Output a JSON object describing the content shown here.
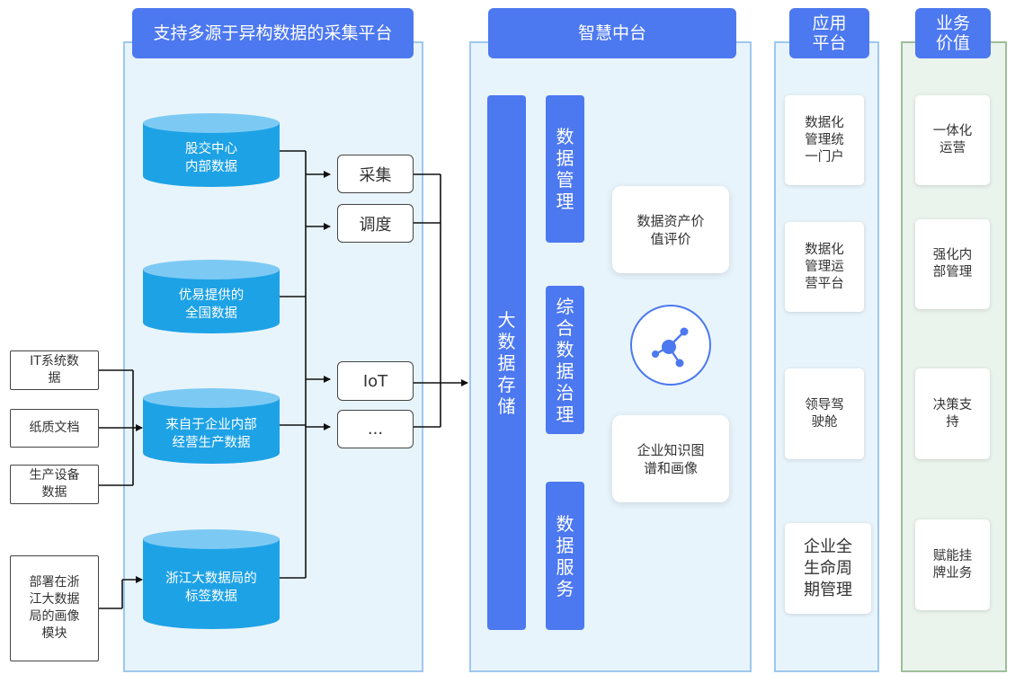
{
  "colors": {
    "header_blue": "#4c78f0",
    "db_blue": "#1ea2e6",
    "db_top": "#7ccaf4",
    "panel_bg": "#e8f4fc",
    "panel_border": "#9ec8ee",
    "value_border": "#9dbf9a"
  },
  "collection": {
    "title": "支持多源于异构数据的采集平台",
    "databases": [
      "股交中心\n内部数据",
      "优易提供的\n全国数据",
      "来自于企业内部\n经营生产数据",
      "浙江大数据局的\n标签数据"
    ],
    "processes": [
      "采集",
      "调度",
      "IoT",
      "..."
    ]
  },
  "sources": [
    "IT系统数\n据",
    "纸质文档",
    "生产设备\n数据",
    "部署在浙\n江大数据\n局的画像\n模块"
  ],
  "middle": {
    "title": "智慧中台",
    "storage": "大\n数\n据\n存\n储",
    "bars": [
      "数\n据\n管\n理",
      "综\n合\n数\n据\n治\n理",
      "数\n据\n服\n务"
    ],
    "cards": [
      "数据资产价\n值评价",
      "企业知识图\n谱和画像"
    ],
    "hub_icon": "network-hub-icon"
  },
  "apps": {
    "title": "应用\n平台",
    "items": [
      "数据化\n管理统\n一门户",
      "数据化\n管理运\n营平台",
      "领导驾\n驶舱",
      "企业全\n生命周\n期管理"
    ]
  },
  "value": {
    "title": "业务\n价值",
    "items": [
      "一体化\n运营",
      "强化内\n部管理",
      "决策支\n持",
      "赋能挂\n牌业务"
    ]
  }
}
